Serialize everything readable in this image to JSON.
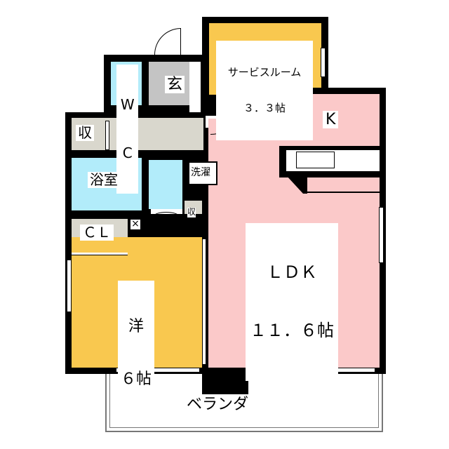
{
  "rooms": {
    "service_room": {
      "name": "サービスルーム",
      "size": "３．３帖"
    },
    "entrance": {
      "name": "玄"
    },
    "wc": {
      "line1": "W",
      "line2": "C"
    },
    "storage_corridor": {
      "name": "収"
    },
    "bathroom": {
      "name": "浴室"
    },
    "laundry": {
      "name": "洗濯"
    },
    "storage_small": {
      "name": "収"
    },
    "closet": {
      "name": "ＣＬ"
    },
    "western_room": {
      "name": "洋",
      "size": "６帖"
    },
    "kitchen": {
      "name": "K"
    },
    "ldk": {
      "name": "ＬＤＫ",
      "size": "１１．６帖"
    },
    "balcony": {
      "name": "ベランダ"
    }
  },
  "colors": {
    "western": "#f9c84f",
    "ldk": "#fbc9c9",
    "wet": "#b2ecfa",
    "entrance": "#c4c4c4",
    "corridor": "#d9d7cd"
  }
}
